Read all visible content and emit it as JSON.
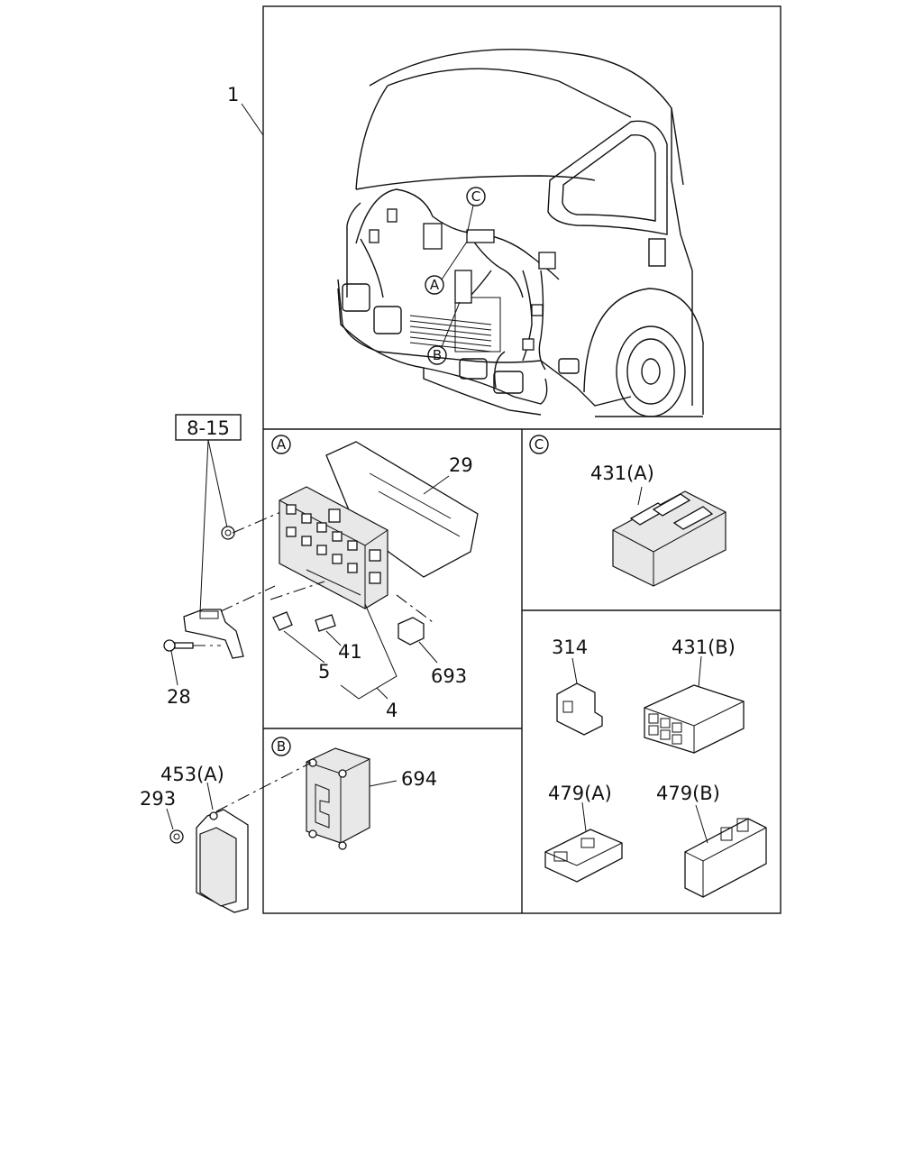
{
  "diagram": {
    "labels": {
      "assembly": "1",
      "ref_box": "8-15",
      "bracket_bolt": "28",
      "cover": "29",
      "relay_431a": "431(A)",
      "relay_314": "314",
      "relay_431b": "431(B)",
      "connector_479a": "479(A)",
      "connector_479b": "479(B)",
      "fuse_41": "41",
      "fuse_5": "5",
      "fuse_group_4": "4",
      "relay_693": "693",
      "module_694": "694",
      "bracket_453a": "453(A)",
      "nut_293": "293"
    },
    "callouts": {
      "a": "A",
      "b": "B",
      "c": "C"
    }
  }
}
